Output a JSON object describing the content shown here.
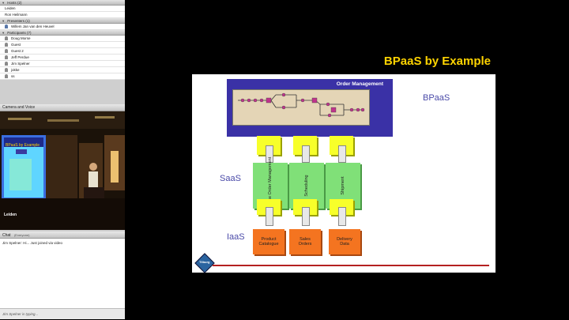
{
  "hosts": {
    "header": "Hosts (2)",
    "items": [
      "Leiden",
      "Ron Heilmann"
    ]
  },
  "presenters": {
    "header": "Presenters (1)",
    "items": [
      "Willem Jan van den Heuvel"
    ]
  },
  "participants": {
    "header": "Participants (7)",
    "items": [
      "Doug Morse",
      "Guest",
      "Guest 2",
      "Jeff Perdue",
      "Jim Spelner",
      "jokke",
      "ss"
    ]
  },
  "camera": {
    "header": "Camera and Voice",
    "label": "Leiden",
    "screen_title": "BPaaS by Example"
  },
  "chat": {
    "header": "Chat",
    "header_scope": "(Everyone)",
    "message_author": "Jim Spelner:",
    "message_text": "Hi... Just joined via video",
    "typing_status": "Jim Spelner is typing..."
  },
  "slide": {
    "title": "BPaaS by Example",
    "order_management": "Order Management",
    "bpaas_label": "BPaaS",
    "saas_label": "SaaS",
    "iaas_label": "IaaS",
    "saas_services": [
      "Purchase Order Management",
      "Scheduling",
      "Shipment"
    ],
    "iaas_services": [
      "Product Catalogue",
      "Sales Orders",
      "Delivery Data"
    ],
    "logo_text": "Tilburg"
  },
  "colors": {
    "slide_title": "#ffd400",
    "order_box": "#3a31a6",
    "saas_green": "#80e078",
    "connector_yellow": "#f7ff2a",
    "iaas_orange": "#f47420"
  }
}
